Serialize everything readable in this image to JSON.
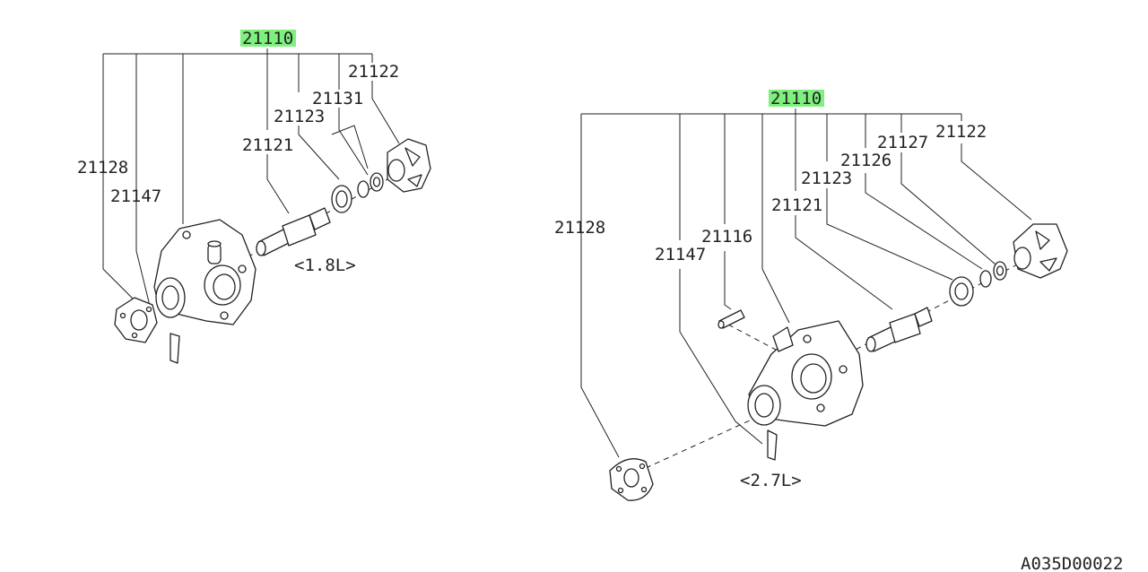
{
  "colors": {
    "highlight": "#7ef07e",
    "ink": "#222222",
    "background": "#ffffff"
  },
  "left_group": {
    "assembly_label": "21110",
    "variant_label": "<1.8L>",
    "part_labels": {
      "p21128": "21128",
      "p21147": "21147",
      "p21121": "21121",
      "p21123": "21123",
      "p21131": "21131",
      "p21122": "21122"
    }
  },
  "right_group": {
    "assembly_label": "21110",
    "variant_label": "<2.7L>",
    "part_labels": {
      "p21128": "21128",
      "p21147": "21147",
      "p21116": "21116",
      "p21121": "21121",
      "p21123": "21123",
      "p21126": "21126",
      "p21127": "21127",
      "p21122": "21122"
    }
  },
  "diagram_code": "A035D00022"
}
